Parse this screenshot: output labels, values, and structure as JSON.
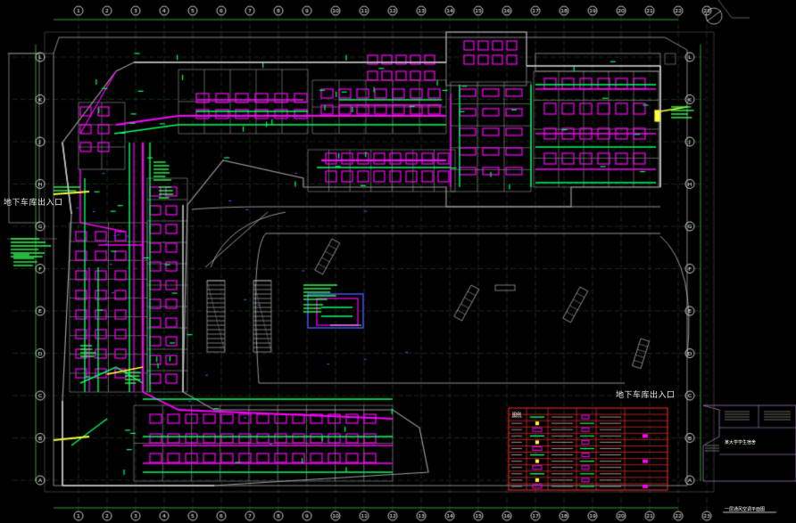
{
  "drawing": {
    "background": "#000000",
    "colors": {
      "wall": "#9a9a9a",
      "duct": "#ff00ff",
      "pipe": "#00ff66",
      "grid": "#66ff66",
      "accent_blue": "#4a5cff",
      "legend_frame": "#ff2a2a",
      "callout": "#ffff33",
      "white": "#ffffff"
    },
    "parking_entrance_labels": [
      "地下车库出入口",
      "地下车库出入口"
    ],
    "entrance_label_west": "地下车库出入口",
    "entrance_label_south": "地下车库出入口",
    "grid_top_numbers": [
      "1",
      "2",
      "3",
      "4",
      "5",
      "6",
      "7",
      "8",
      "9",
      "10",
      "11",
      "12",
      "13",
      "14",
      "15",
      "16",
      "17",
      "18",
      "19",
      "20",
      "21",
      "22",
      "23"
    ],
    "grid_bottom_numbers": [
      "1",
      "2",
      "3",
      "4",
      "5",
      "6",
      "7",
      "8",
      "9",
      "10",
      "11",
      "12",
      "13",
      "14",
      "15",
      "16",
      "17",
      "18",
      "19",
      "20",
      "21",
      "22",
      "23"
    ],
    "grid_side_letters": [
      "L",
      "K",
      "J",
      "H",
      "G",
      "F",
      "E",
      "D",
      "C",
      "B",
      "A"
    ],
    "legend_title": "图例",
    "sheet_title": "一层通风空调平面图",
    "title_block_name": "某大学学生宿舍",
    "icons": {
      "north_arrow": "north-arrow-icon",
      "grid_bubble": "grid-bubble-icon"
    }
  }
}
